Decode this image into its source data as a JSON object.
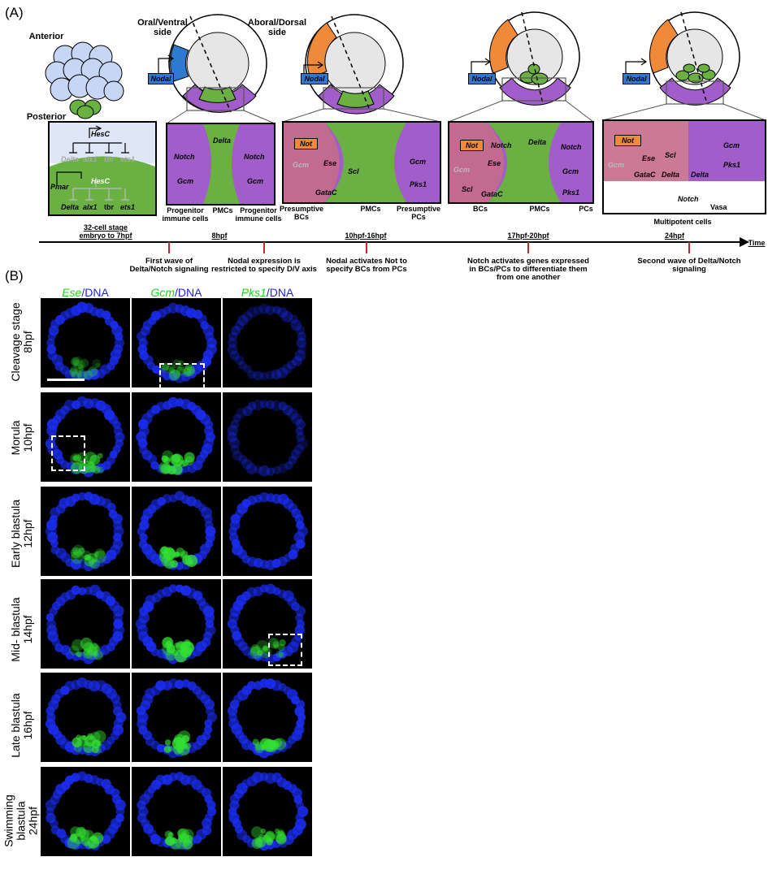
{
  "panelA": {
    "letter": "(A)",
    "embryo": {
      "anterior": "Anterior",
      "posterior": "Posterior"
    },
    "orientation": {
      "oral": "Oral/Ventral\nside",
      "aboral": "Aboral/Dorsal\nside"
    },
    "grn32": {
      "hesc_top": "HesC",
      "delta": "Delta",
      "alx1": "alx1",
      "tbr": "tbr",
      "ets1": "ets1",
      "pmar": "Pmar",
      "hesc_bot": "HesC",
      "delta2": "Delta",
      "alx1_2": "alx1",
      "tbr2": "tbr",
      "ets1_2": "ets1"
    },
    "nodal": "Nodal",
    "box8": {
      "delta": "Delta",
      "notch_l": "Notch",
      "gcm_l": "Gcm",
      "notch_r": "Notch",
      "gcm_r": "Gcm",
      "lab_l": "Progenitor\nimmune cells",
      "lab_m": "PMCs",
      "lab_r": "Progenitor\nimmune cells"
    },
    "box10": {
      "not": "Not",
      "gcm": "Gcm",
      "ese": "Ese",
      "scl": "Scl",
      "gatac": "GataC",
      "gcm_r": "Gcm",
      "pks1": "Pks1",
      "lab_l": "Presumptive\nBCs",
      "lab_m": "PMCs",
      "lab_r": "Presumptive\nPCs"
    },
    "box17": {
      "not": "Not",
      "notch": "Notch",
      "delta": "Delta",
      "gcm": "Gcm",
      "ese": "Ese",
      "scl": "Scl",
      "gatac": "GataC",
      "notch_r": "Notch",
      "gcm_r": "Gcm",
      "pks1": "Pks1",
      "lab_l": "BCs",
      "lab_m": "PMCs",
      "lab_r": "PCs"
    },
    "box24": {
      "not": "Not",
      "gcm": "Gcm",
      "ese": "Ese",
      "scl": "Scl",
      "gatac": "GataC",
      "delta": "Delta",
      "gcm_r": "Gcm",
      "pks1": "Pks1",
      "delta2": "Delta",
      "notch": "Notch",
      "vasa": "Vasa",
      "lab": "Multipotent cells"
    },
    "timeline": {
      "time": "Time",
      "stages": [
        "32-cell stage\nembryo to 7hpf",
        "8hpf",
        "10hpf-16hpf",
        "17hpf-20hpf",
        "24hpf"
      ],
      "events": [
        "First wave of\nDelta/Notch signaling",
        "Nodal expression is\nrestricted to specify D/V axis",
        "Nodal activates Not to\nspecify BCs from PCs",
        "Notch activates genes expressed\nin BCs/PCs to differentiate them\nfrom one another",
        "Second wave of Delta/Notch\nsignaling"
      ]
    }
  },
  "panelB": {
    "letter": "(B)",
    "columns": [
      {
        "gene": "Ese",
        "dna": "/DNA"
      },
      {
        "gene": "Gcm",
        "dna": "/DNA"
      },
      {
        "gene": "Pks1",
        "dna": "/DNA"
      }
    ],
    "rows": [
      "Cleavage stage\n8hpf",
      "Morula\n10hpf",
      "Early blastula\n12hpf",
      "Mid- blastula\n14hpf",
      "Late blastula\n16hpf",
      "Swimming\nblastula\n24hpf"
    ],
    "colors": {
      "dna": "#1a2cf0",
      "signal": "#33e033"
    }
  }
}
